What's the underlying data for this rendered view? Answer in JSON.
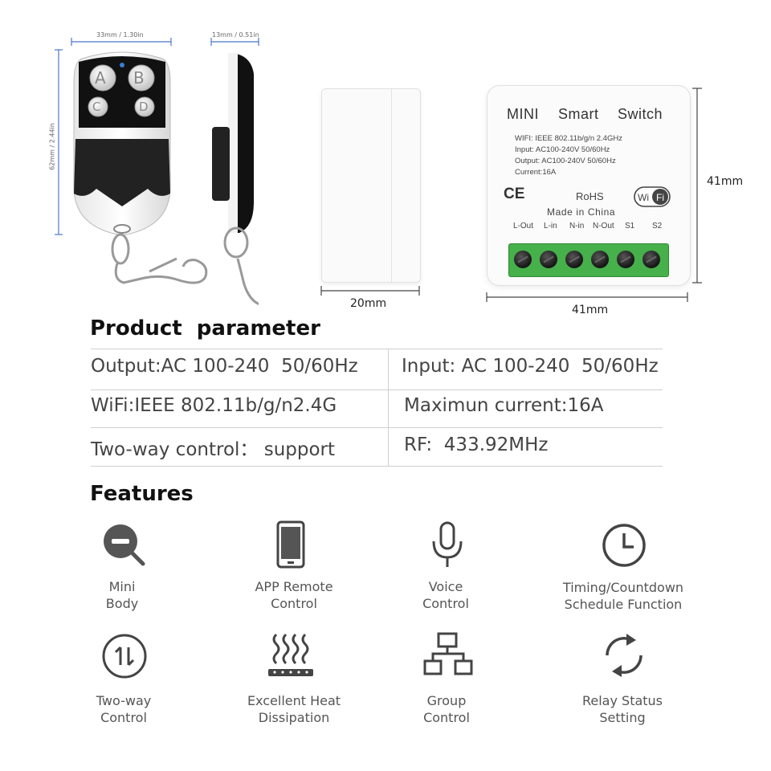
{
  "dimensions": {
    "remote_width": "33mm / 1.30in",
    "remote_thickness": "13mm / 0.51in",
    "remote_height": "62mm / 2.44in",
    "module_depth": "20mm",
    "module_width": "41mm",
    "module_height": "41mm"
  },
  "remote": {
    "buttons": [
      "A",
      "B",
      "C",
      "D"
    ]
  },
  "module": {
    "title_words": [
      "MINI",
      "Smart",
      "Switch"
    ],
    "specs": [
      "WIFI: IEEE 802.11b/g/n 2.4GHz",
      "Input: AC100-240V 50/60Hz",
      "Output:  AC100-240V 50/60Hz",
      "Current:16A"
    ],
    "ce_mark": "CE",
    "rohs": "RoHS",
    "made_in": "Made in China",
    "wifi_badge": [
      "Wi",
      "Fi"
    ],
    "terminals": [
      "L-Out",
      "L-in",
      "N-in",
      "N-Out",
      "S1",
      "S2"
    ]
  },
  "product_parameter": {
    "heading": "Product  parameter",
    "rows": [
      [
        "Output:AC 100-240  50/60Hz",
        "Input: AC 100-240  50/60Hz"
      ],
      [
        "WiFi:IEEE 802.11b/g/n2.4G",
        "Maximun current:16A"
      ],
      [
        "Two-way control： support",
        "RF:  433.92MHz"
      ]
    ]
  },
  "features": {
    "heading": "Features",
    "items": [
      {
        "icon": "zoom-out-icon",
        "label": "Mini\nBody"
      },
      {
        "icon": "smartphone-icon",
        "label": "APP Remote\nControl"
      },
      {
        "icon": "microphone-icon",
        "label": "Voice\nControl"
      },
      {
        "icon": "clock-icon",
        "label": "Timing/Countdown\nSchedule Function"
      },
      {
        "icon": "two-way-arrows-icon",
        "label": "Two-way\nControl"
      },
      {
        "icon": "heat-waves-icon",
        "label": "Excellent Heat\nDissipation"
      },
      {
        "icon": "network-group-icon",
        "label": "Group\nControl"
      },
      {
        "icon": "sync-arrows-icon",
        "label": "Relay Status\nSetting"
      }
    ]
  }
}
